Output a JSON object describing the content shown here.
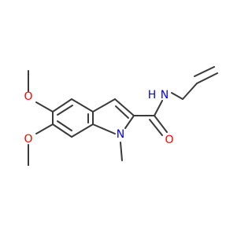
{
  "molecule": {
    "atoms": {
      "o_methoxy_top": "O",
      "o_methoxy_bottom": "O",
      "n_amide": "N",
      "h_amide": "H",
      "o_carbonyl": "O",
      "n_indole": "N"
    },
    "colors": {
      "bond": "#3a3a3a",
      "oxygen": "#ff0000",
      "nitrogen": "#0000ff"
    }
  }
}
